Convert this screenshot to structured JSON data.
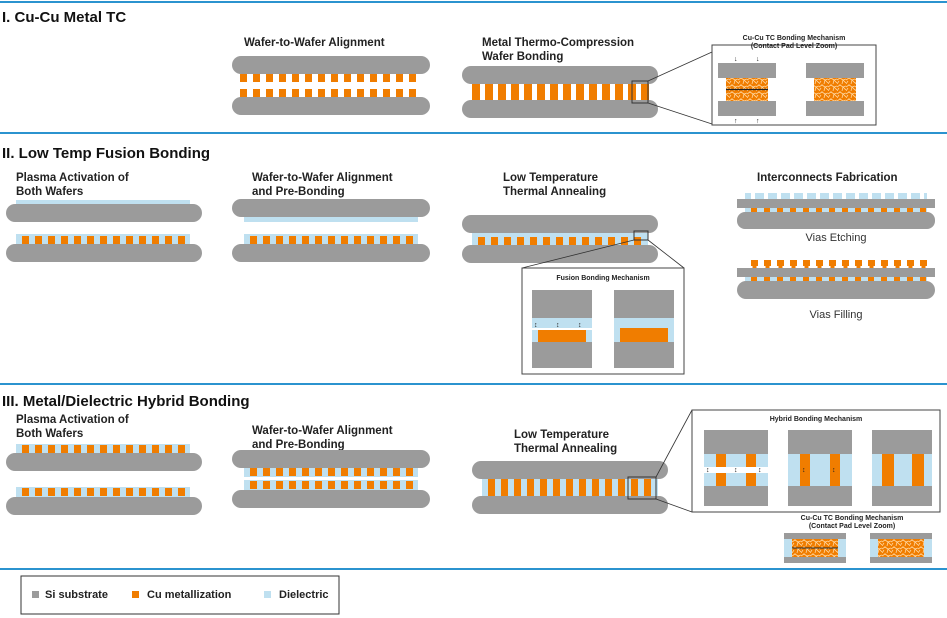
{
  "colors": {
    "si": "#9b9b9b",
    "cu": "#f07d00",
    "dielectric": "#bfe0f0",
    "rule": "#2b93cf",
    "text": "#222222"
  },
  "section1": {
    "title": "I. Cu-Cu Metal TC",
    "step1": "Wafer-to-Wafer Alignment",
    "step2_l1": "Metal Thermo-Compression",
    "step2_l2": "Wafer Bonding",
    "zoom_t1": "Cu-Cu TC Bonding Mechanism",
    "zoom_t2": "(Contact Pad Level Zoom)"
  },
  "section2": {
    "title": "II. Low Temp Fusion Bonding",
    "step1_l1": "Plasma Activation of",
    "step1_l2": "Both Wafers",
    "step2_l1": "Wafer-to-Wafer Alignment",
    "step2_l2": "and Pre-Bonding",
    "step3_l1": "Low Temperature",
    "step3_l2": "Thermal Annealing",
    "step4": "Interconnects Fabrication",
    "zoom_title": "Fusion Bonding Mechanism",
    "vias_etching": "Vias Etching",
    "vias_filling": "Vias Filling"
  },
  "section3": {
    "title": "III. Metal/Dielectric Hybrid Bonding",
    "step1_l1": "Plasma Activation of",
    "step1_l2": "Both Wafers",
    "step2_l1": "Wafer-to-Wafer Alignment",
    "step2_l2": "and Pre-Bonding",
    "step3_l1": "Low Temperature",
    "step3_l2": "Thermal Annealing",
    "zoom_title": "Hybrid Bonding Mechanism",
    "zoom2_t1": "Cu-Cu TC Bonding Mechanism",
    "zoom2_t2": "(Contact Pad Level Zoom)"
  },
  "legend": {
    "si": "Si substrate",
    "cu": "Cu metallization",
    "dielectric": "Dielectric"
  }
}
